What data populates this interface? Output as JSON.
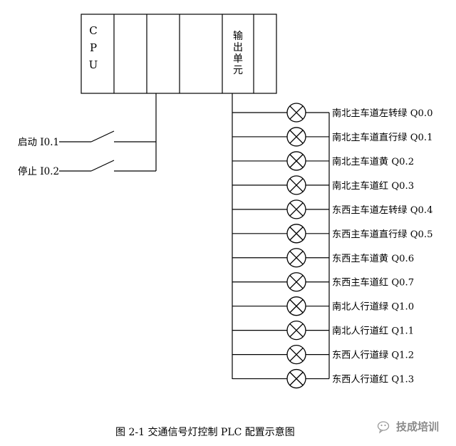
{
  "plc": {
    "slots": [
      {
        "chars": [
          "C",
          "P",
          "U"
        ]
      },
      {
        "chars": []
      },
      {
        "chars": []
      },
      {
        "chars": []
      },
      {
        "chars": [
          "输",
          "出",
          "单",
          "元"
        ]
      },
      {
        "chars": []
      }
    ]
  },
  "inputs": [
    {
      "label": "启动 I0.1"
    },
    {
      "label": "停止 I0.2"
    }
  ],
  "outputs": [
    {
      "label": "南北主车道左转绿 Q0.0"
    },
    {
      "label": "南北主车道直行绿 Q0.1"
    },
    {
      "label": "南北主车道黄  Q0.2"
    },
    {
      "label": "南北主车道红  Q0.3"
    },
    {
      "label": "东西主车道左转绿 Q0.4"
    },
    {
      "label": "东西主车道直行绿 Q0.5"
    },
    {
      "label": "东西主车道黄  Q0.6"
    },
    {
      "label": "东西主车道红  Q0.7"
    },
    {
      "label": "南北人行道绿 Q1.0"
    },
    {
      "label": "南北人行道红 Q1.1"
    },
    {
      "label": "东西人行道绿 Q1.2"
    },
    {
      "label": "东西人行道红 Q1.3"
    }
  ],
  "caption": "图 2-1    交通信号灯控制 PLC 配置示意图",
  "watermark": {
    "text": "技成培训",
    "icon": "wechat-icon"
  }
}
